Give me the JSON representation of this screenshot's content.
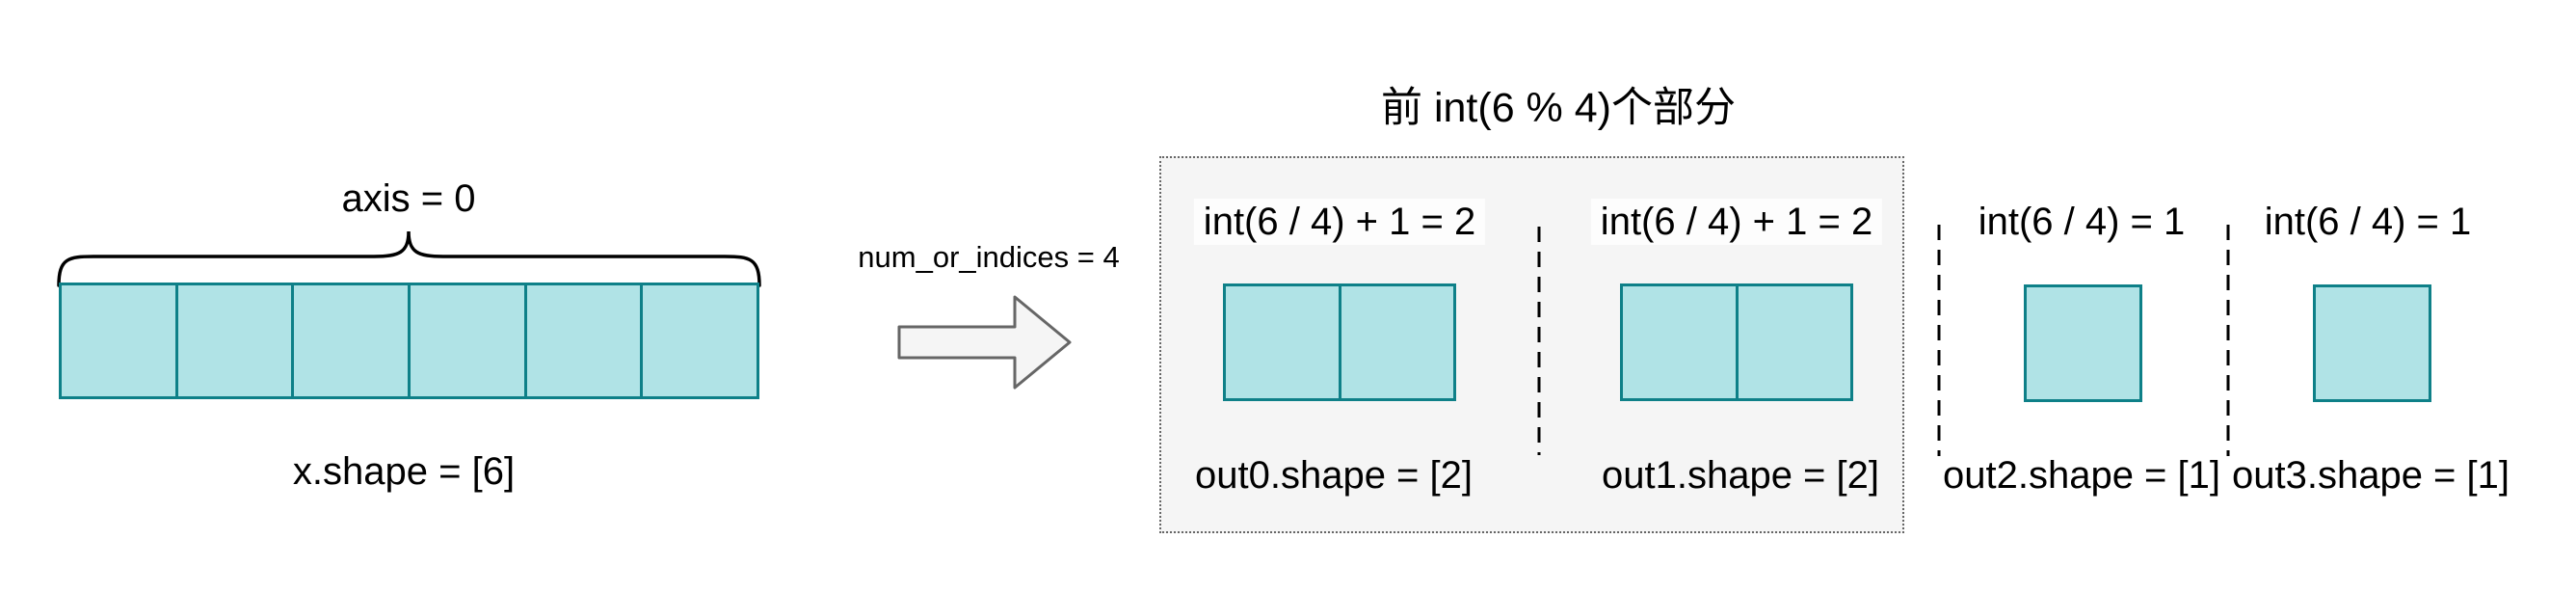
{
  "title": "前 int(6 % 4)个部分",
  "input": {
    "axis_label": "axis = 0",
    "shape_label": "x.shape = [6]",
    "num_cells": 6
  },
  "transform": {
    "label": "num_or_indices = 4"
  },
  "outputs": [
    {
      "formula": "int(6 / 4) + 1 = 2",
      "shape_label": "out0.shape = [2]",
      "num_cells": 2,
      "inside_box": true
    },
    {
      "formula": "int(6 / 4) + 1 = 2",
      "shape_label": "out1.shape = [2]",
      "num_cells": 2,
      "inside_box": true
    },
    {
      "formula": "int(6 / 4) = 1",
      "shape_label": "out2.shape = [1]",
      "num_cells": 1,
      "inside_box": false
    },
    {
      "formula": "int(6 / 4) = 1",
      "shape_label": "out3.shape = [1]",
      "num_cells": 1,
      "inside_box": false
    }
  ],
  "colors": {
    "cell_fill": "#b0e3e6",
    "cell_stroke": "#0e8088",
    "box_fill": "#f5f5f5",
    "box_stroke": "#666666",
    "arrow_fill": "#f5f5f5",
    "arrow_stroke": "#666666",
    "divider_stroke": "#000000",
    "text": "#000000"
  }
}
